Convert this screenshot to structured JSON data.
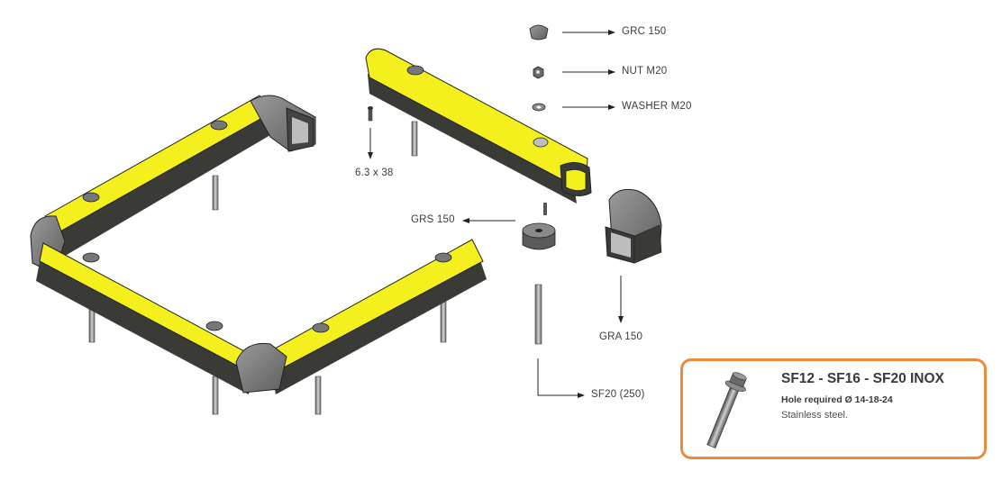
{
  "labels": {
    "grc": "GRC 150",
    "nut": "NUT M20",
    "washer": "WASHER M20",
    "screw": "6.3 x 38",
    "grs": "GRS 150",
    "gra": "GRA 150",
    "sf20": "SF20 (250)"
  },
  "callout": {
    "title": "SF12 - SF16 - SF20 INOX",
    "subtitle": "Hole required Ø 14-18-24",
    "description": "Stainless steel."
  },
  "colors": {
    "bumper_yellow": "#f4f01e",
    "bumper_stripe": "#3a3a36",
    "corner_grey": "#7a7a7a",
    "callout_border": "#ec8a3c"
  }
}
